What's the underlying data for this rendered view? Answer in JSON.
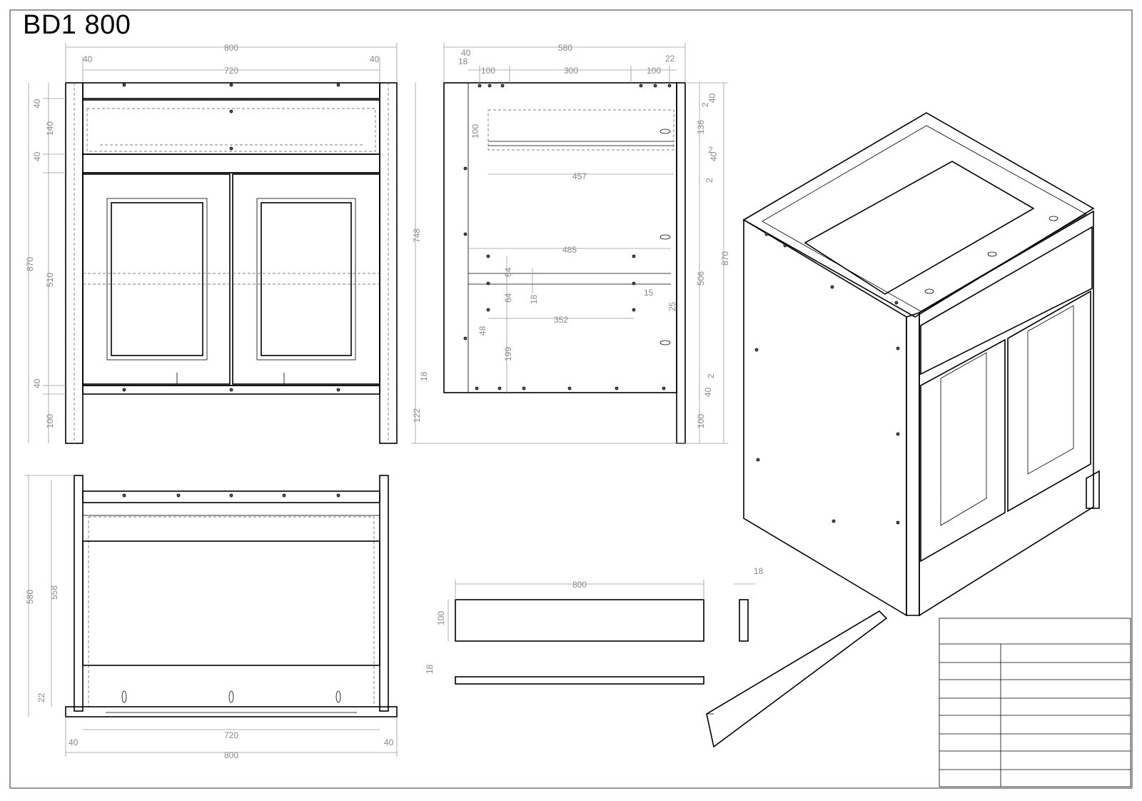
{
  "drawing": {
    "title": "BD1 800",
    "front_view": {
      "width_total": "800",
      "width_inner": "720",
      "side_left": "40",
      "side_right": "40",
      "height_total": "870",
      "rail_top": "40",
      "drawer_height": "140",
      "rail_mid": "40",
      "door_height": "510",
      "rail_bottom": "40",
      "leg_height": "100"
    },
    "side_view": {
      "depth_total": "580",
      "front_offset": "40",
      "panel_thk": "18",
      "back_offset": "22",
      "hole_spacing_1": "100",
      "hole_spacing_2": "300",
      "hole_spacing_3": "100",
      "drawer_side_height": "100",
      "drawer_depth": "457",
      "shelf_depth": "485",
      "carcass_height": "748",
      "hinge_spacing_a": "64",
      "hinge_spacing_b": "64",
      "shelf_thk": "18",
      "runner_offset": "48",
      "runner_length": "352",
      "runner_height": "199",
      "notch_width": "15",
      "notch_height": "25",
      "base_thk": "18",
      "plinth": "122",
      "right_top": "40",
      "right_gap_1": "2",
      "right_drawer": "136",
      "right_gap_2": "2",
      "right_rail": "40",
      "right_gap_3": "2",
      "right_door": "506",
      "right_gap_4": "2",
      "right_bottom": "40",
      "right_leg": "100",
      "right_total": "870"
    },
    "top_view": {
      "depth_total": "580",
      "depth_inner": "558",
      "front_overhang": "22",
      "width_inner": "720",
      "side_left": "40",
      "side_right": "40",
      "width_total": "800"
    },
    "panel_detail": {
      "length": "800",
      "height": "100",
      "thickness": "18",
      "edge_thickness": "18"
    }
  }
}
